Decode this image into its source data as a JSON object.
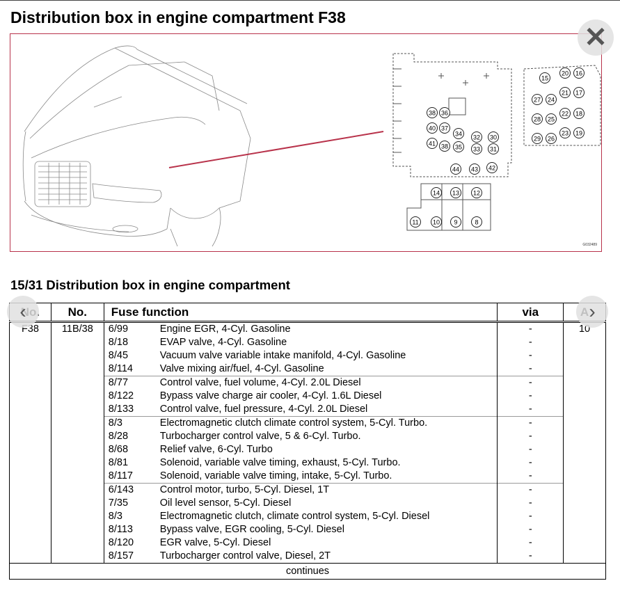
{
  "header": {
    "title": "Distribution box in engine compartment F38"
  },
  "figure": {
    "code": "G032489",
    "fuse_labels": [
      "15",
      "20",
      "16",
      "21",
      "17",
      "27",
      "24",
      "22",
      "18",
      "28",
      "25",
      "23",
      "19",
      "29",
      "26",
      "38",
      "36",
      "37",
      "40",
      "34",
      "32",
      "30",
      "41",
      "38",
      "35",
      "33",
      "31",
      "44",
      "43",
      "42",
      "14",
      "13",
      "12",
      "11",
      "10",
      "9",
      "8"
    ]
  },
  "section": {
    "title": "15/31 Distribution box in engine compartment"
  },
  "table": {
    "headers": {
      "col1": "No.",
      "col2": "No.",
      "col3": "Fuse function",
      "col4": "via",
      "col5": "A"
    },
    "row": {
      "col1": "F38",
      "col2": "11B/38",
      "col5": "10"
    },
    "groups": [
      [
        {
          "code": "6/99",
          "desc": "Engine EGR, 4-Cyl. Gasoline",
          "via": "-"
        },
        {
          "code": "8/18",
          "desc": "EVAP valve, 4-Cyl. Gasoline",
          "via": "-"
        },
        {
          "code": "8/45",
          "desc": "Vacuum valve variable intake manifold, 4-Cyl. Gasoline",
          "via": "-"
        },
        {
          "code": "8/114",
          "desc": "Valve mixing air/fuel, 4-Cyl. Gasoline",
          "via": "-"
        }
      ],
      [
        {
          "code": "8/77",
          "desc": "Control valve, fuel volume, 4-Cyl. 2.0L Diesel",
          "via": "-"
        },
        {
          "code": "8/122",
          "desc": "Bypass valve charge air cooler, 4-Cyl. 1.6L Diesel",
          "via": "-"
        },
        {
          "code": "8/133",
          "desc": "Control valve, fuel pressure, 4-Cyl. 2.0L Diesel",
          "via": "-"
        }
      ],
      [
        {
          "code": "8/3",
          "desc": "Electromagnetic clutch climate control system, 5-Cyl. Turbo.",
          "via": "-"
        },
        {
          "code": "8/28",
          "desc": "Turbocharger control valve, 5 & 6-Cyl. Turbo.",
          "via": "-"
        },
        {
          "code": "8/68",
          "desc": "Relief valve, 6-Cyl. Turbo",
          "via": "-"
        },
        {
          "code": "8/81",
          "desc": "Solenoid, variable valve timing, exhaust, 5-Cyl. Turbo.",
          "via": "-"
        },
        {
          "code": "8/117",
          "desc": "Solenoid, variable valve timing, intake, 5-Cyl. Turbo.",
          "via": "-"
        }
      ],
      [
        {
          "code": "6/143",
          "desc": "Control motor, turbo, 5-Cyl. Diesel, 1T",
          "via": "-"
        },
        {
          "code": "7/35",
          "desc": "Oil level sensor, 5-Cyl. Diesel",
          "via": "-"
        },
        {
          "code": "8/3",
          "desc": "Electromagnetic clutch, climate control system, 5-Cyl. Diesel",
          "via": "-"
        },
        {
          "code": "8/113",
          "desc": "Bypass valve, EGR cooling, 5-Cyl. Diesel",
          "via": "-"
        },
        {
          "code": "8/120",
          "desc": "EGR valve, 5-Cyl. Diesel",
          "via": "-"
        },
        {
          "code": "8/157",
          "desc": "Turbocharger control valve, Diesel, 2T",
          "via": "-"
        }
      ]
    ],
    "footer": "continues"
  },
  "controls": {
    "close_icon": "close-icon",
    "prev_icon": "chevron-left-icon",
    "next_icon": "chevron-right-icon"
  },
  "colors": {
    "frame": "#b8324a",
    "pointer_line": "#b8324a"
  }
}
